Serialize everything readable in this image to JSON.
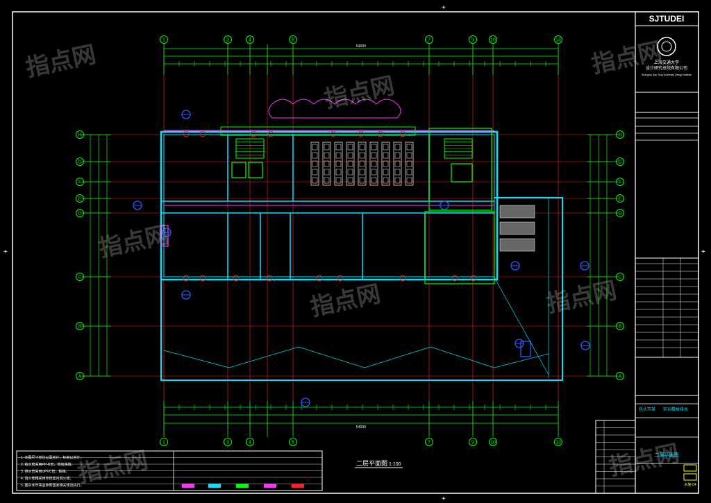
{
  "title_block": {
    "logo_text": "SJTUDEI",
    "institute_cn": "上海交通大学",
    "institute_cn2": "设计研究总院有限公司",
    "institute_en": "Shanghai Jiao Tong University Design Institute",
    "project_cn": "包头市某",
    "project_cn2": "实训楼给排水",
    "stage_label": "二层平面图",
    "drawing_no": "水施-04"
  },
  "drawing": {
    "plan_title": "二层平面图",
    "plan_scale": "1:100",
    "grid_top": [
      "1",
      "3",
      "4",
      "5",
      "7",
      "9",
      "10",
      "13"
    ],
    "grid_left": [
      "H",
      "G",
      "F",
      "E",
      "D",
      "C",
      "B",
      "A"
    ],
    "total_dim": "54000"
  },
  "notes": {
    "line1": "1. 本图尺寸单位以毫米计，标高以米计。",
    "line2": "2. 给水管采用PP-R管，热熔连接。",
    "line3": "3. 排水管采用UPVC管，粘接。",
    "line4": "4. 消火栓箱采用单栓室内消火栓。",
    "line5": "5. 图中未尽事宜参照国家相关规范执行。"
  },
  "watermark": "指点网",
  "colors": {
    "grid": "#00ff00",
    "axis": "#ff2020",
    "wall": "#00e5ff",
    "pipe": "#ff33ff",
    "dim": "#00ff00",
    "blue": "#2a5bff",
    "white": "#ffffff",
    "yellow": "#ffff00"
  }
}
